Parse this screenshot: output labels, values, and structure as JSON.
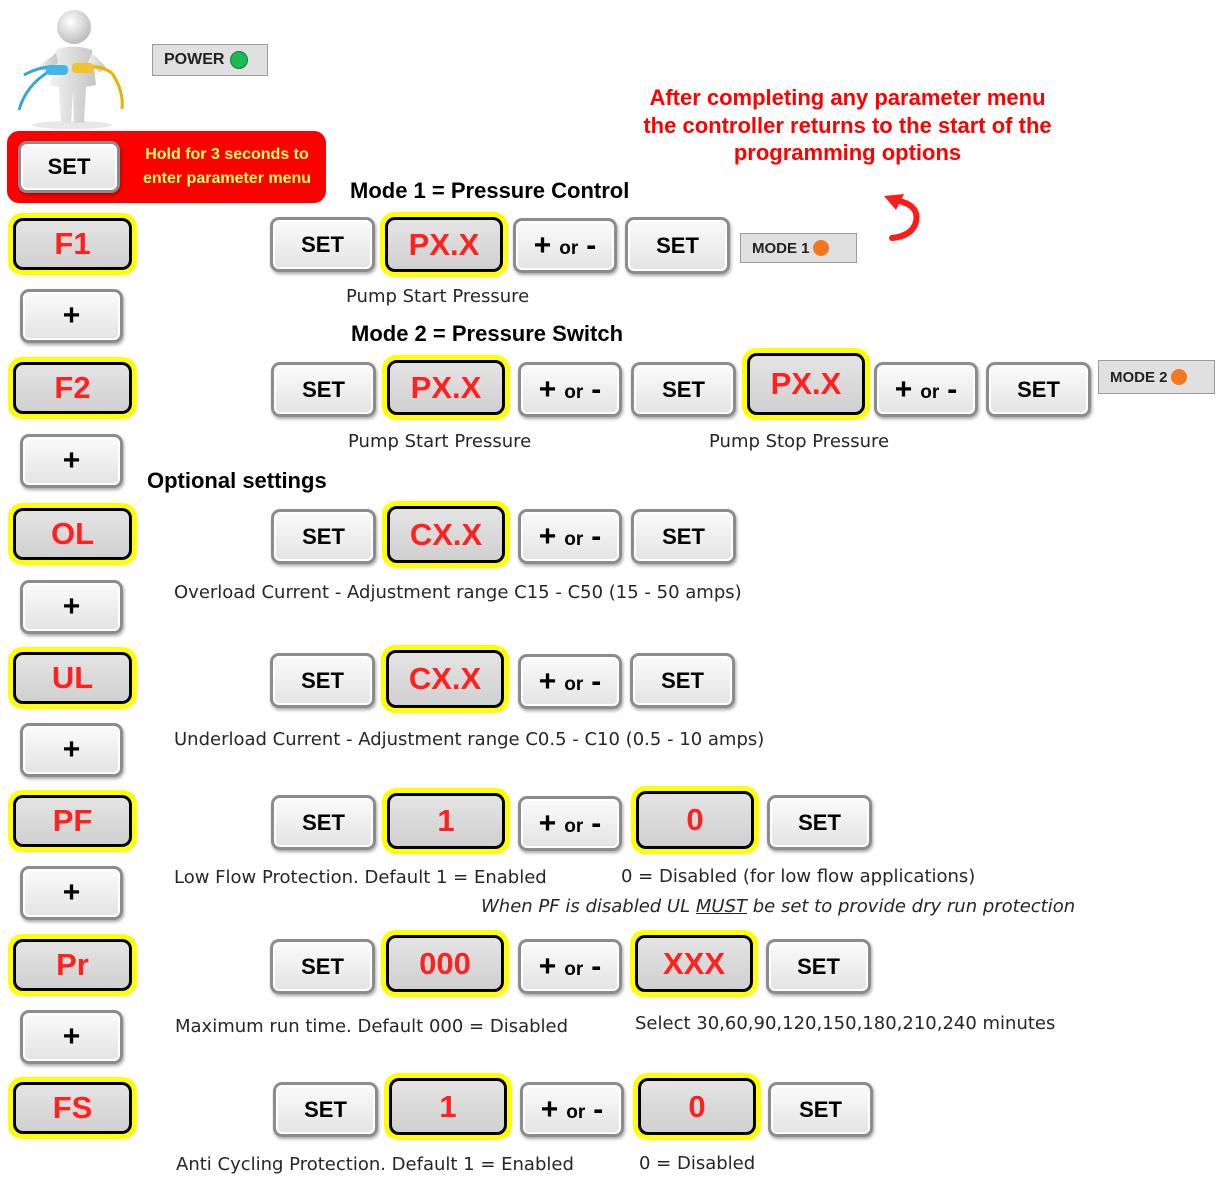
{
  "power": {
    "label": "POWER",
    "indicator_color": "#1db954"
  },
  "intro": {
    "set_label": "SET",
    "hint": "Hold for 3 seconds to enter parameter menu"
  },
  "note": "After completing any parameter menu the controller returns to the start of the programming options",
  "colors": {
    "accent_red": "#ff0000",
    "display_text": "#ff2020",
    "halo": "#ffff00",
    "mode_indicator": "#f07820"
  },
  "buttons": {
    "set": "SET",
    "plus": "+",
    "pm_plus": "+",
    "pm_or": "or",
    "pm_minus": "-"
  },
  "mode1": {
    "heading": "Mode 1 = Pressure Control",
    "code": "F1",
    "display": "PX.X",
    "indicator": "MODE 1",
    "caption": "Pump Start Pressure"
  },
  "mode2": {
    "heading": "Mode 2 = Pressure Switch",
    "code": "F2",
    "display1": "PX.X",
    "display2": "PX.X",
    "indicator": "MODE 2",
    "caption1": "Pump Start Pressure",
    "caption2": "Pump Stop Pressure"
  },
  "optional_heading": "Optional settings",
  "ol": {
    "code": "OL",
    "display": "CX.X",
    "caption": "Overload Current - Adjustment range C15 - C50 (15 - 50 amps)"
  },
  "ul": {
    "code": "UL",
    "display": "CX.X",
    "caption": "Underload Current - Adjustment range C0.5 - C10 (0.5 - 10 amps)"
  },
  "pf": {
    "code": "PF",
    "display1": "1",
    "display2": "0",
    "caption1": "Low Flow Protection. Default 1 = Enabled",
    "caption2": "0 = Disabled (for low flow applications)",
    "warning_a": "When PF is disabled UL ",
    "warning_b": "MUST",
    "warning_c": " be set to provide dry run protection"
  },
  "pr": {
    "code": "Pr",
    "display1": "000",
    "display2": "XXX",
    "caption1": "Maximum run time. Default 000 = Disabled",
    "caption2": "Select 30,60,90,120,150,180,210,240 minutes"
  },
  "fs": {
    "code": "FS",
    "display1": "1",
    "display2": "0",
    "caption1": "Anti Cycling Protection. Default 1 = Enabled",
    "caption2": "0 = Disabled"
  }
}
